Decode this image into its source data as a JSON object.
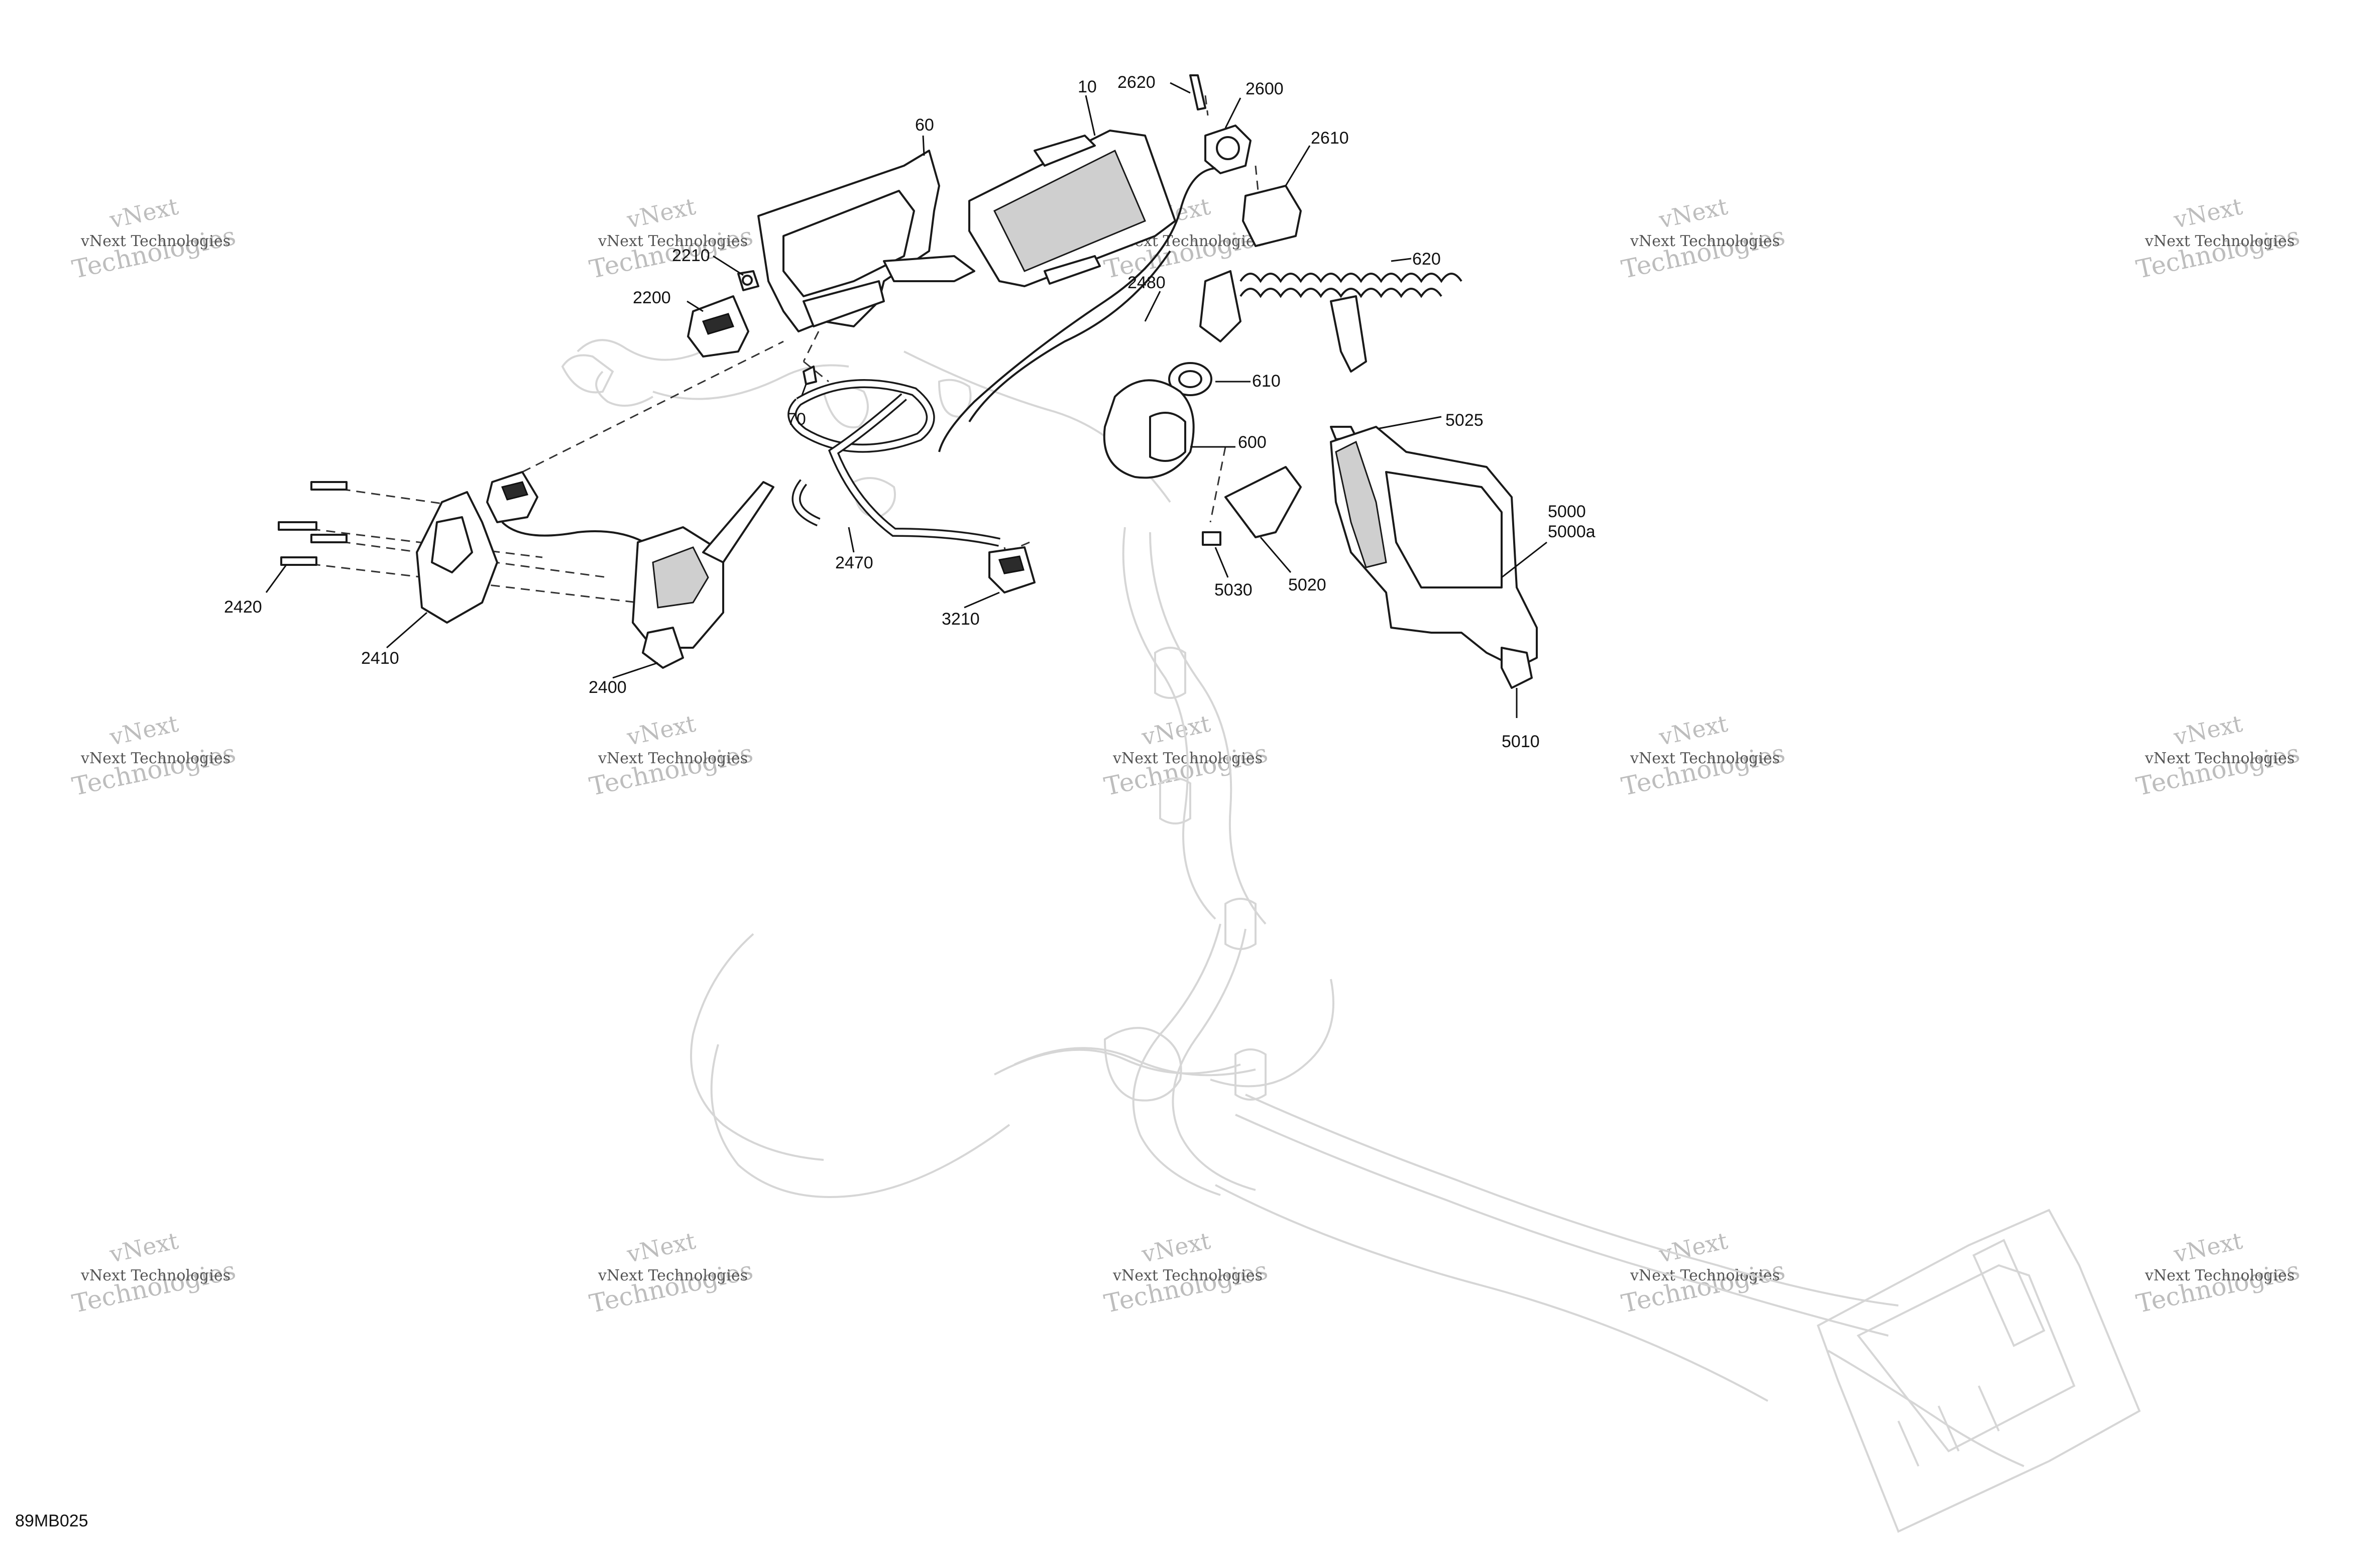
{
  "figure_code": "89MB025",
  "watermark": {
    "brand": "vNext Technologies",
    "word1": "vNext",
    "word2": "Technologies"
  },
  "colors": {
    "line": "#1a1a1a",
    "ghost_frame": "#d6d6d6",
    "watermark": "#bdbdbd"
  },
  "parts": [
    {
      "id": "p10",
      "label": "10"
    },
    {
      "id": "p60",
      "label": "60"
    },
    {
      "id": "p70",
      "label": "70"
    },
    {
      "id": "p600",
      "label": "600"
    },
    {
      "id": "p610",
      "label": "610"
    },
    {
      "id": "p620",
      "label": "620"
    },
    {
      "id": "p2200",
      "label": "2200"
    },
    {
      "id": "p2210",
      "label": "2210"
    },
    {
      "id": "p2400",
      "label": "2400"
    },
    {
      "id": "p2410",
      "label": "2410"
    },
    {
      "id": "p2420",
      "label": "2420"
    },
    {
      "id": "p2470",
      "label": "2470"
    },
    {
      "id": "p2480",
      "label": "2480"
    },
    {
      "id": "p2600",
      "label": "2600"
    },
    {
      "id": "p2610",
      "label": "2610"
    },
    {
      "id": "p2620",
      "label": "2620"
    },
    {
      "id": "p3210",
      "label": "3210"
    },
    {
      "id": "p5000",
      "label": "5000"
    },
    {
      "id": "p5000a",
      "label": "5000a"
    },
    {
      "id": "p5010",
      "label": "5010"
    },
    {
      "id": "p5020",
      "label": "5020"
    },
    {
      "id": "p5025",
      "label": "5025"
    },
    {
      "id": "p5030",
      "label": "5030"
    }
  ]
}
